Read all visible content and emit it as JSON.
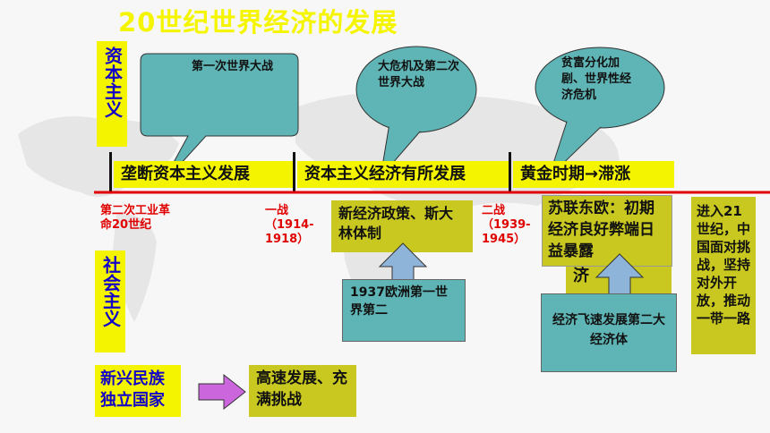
{
  "title": "20世纪世界经济的发展",
  "side_labels": {
    "capitalism": "资本主义",
    "socialism": "社会主义",
    "new_nations": "新兴民族独立国家"
  },
  "callouts": [
    {
      "text": "第一次世界大战"
    },
    {
      "text": "大危机及第二次世界大战"
    },
    {
      "text": "贫富分化加剧、世界性经济危机"
    }
  ],
  "capitalist_phases": [
    {
      "label": "垄断资本主义发展"
    },
    {
      "label": "资本主义经济有所发展"
    },
    {
      "label": "黄金时期→滞涨"
    }
  ],
  "timeline_markers": {
    "start": "第二次工业革命20世纪",
    "ww1": "一战（1914-1918）",
    "ww2": "二战（1939-1945）"
  },
  "socialism_boxes": {
    "nep": "新经济政策、斯大林体制",
    "soviet_1937": "1937欧洲第一世界第二",
    "soviet_east_europe": "苏联东欧：初期经济良好弊端日益暴露",
    "economy_partial": "济",
    "economy_growth": "经济飞速发展第二大经济体",
    "china_21c": "进入21世纪，中国面对挑战，坚持对外开放，推动一带一路"
  },
  "new_nations_box": "高速发展、充满挑战",
  "colors": {
    "title": "#f5f500",
    "label_blue": "#1200c8",
    "yellow": "#f4f400",
    "olive": "#c8c820",
    "teal": "#5fb5b5",
    "red": "#e00000",
    "arrow_purple": "#cc66dd"
  }
}
